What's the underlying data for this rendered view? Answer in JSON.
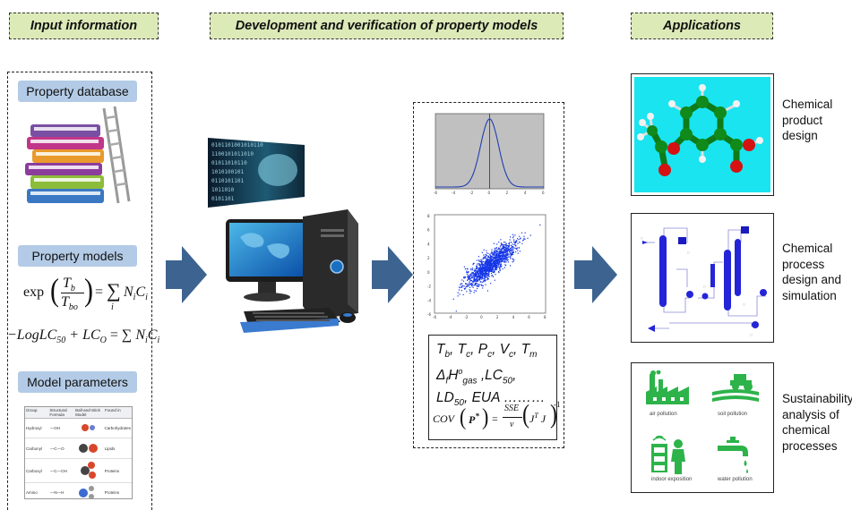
{
  "headers": {
    "input": "Input information",
    "development": "Development  and verification of property models",
    "applications": "Applications"
  },
  "input_panel": {
    "property_database": "Property database",
    "property_models": "Property models",
    "model_parameters": "Model parameters",
    "equation1": {
      "lhs": "exp",
      "num": "T",
      "num_sub": "b",
      "den": "T",
      "den_sub": "bo",
      "rhs": "= ∑ N",
      "rhs_sub": "i",
      "rhs2": "C",
      "rhs2_sub": "i",
      "sum_index": "i"
    },
    "equation2": {
      "text1": "−LogLC",
      "sub1": "50",
      "text2": " + LC",
      "sub2": "O",
      "text3": " = ∑ N",
      "sub3": "i",
      "text4": "C",
      "sub4": "i",
      "sum_index": "i"
    },
    "table": {
      "headers": [
        "Group",
        "Structural Formula",
        "Ball-and-Stick Model",
        "Found in"
      ],
      "rows": [
        {
          "group": "Hydroxyl",
          "formula": "—OH",
          "found": "Carbohydrates"
        },
        {
          "group": "Carbonyl",
          "formula": "—C—O",
          "found": "Lipids"
        },
        {
          "group": "Carboxyl",
          "formula": "—C—OH",
          "found": "Proteins"
        },
        {
          "group": "Amino",
          "formula": "—N—H",
          "found": "Proteins"
        }
      ]
    }
  },
  "models_panel": {
    "properties_line1": "T_b, T_c, P_c, V_c, T_m",
    "properties_line2": "Δ_f H°_gas ,LC_50,",
    "properties_line3": "LD_50, EUA ………",
    "cov_label": "COV",
    "cov_p": "P",
    "cov_eq": "=",
    "cov_num": "SSE",
    "cov_den": "v",
    "cov_j": "J",
    "cov_jt": "T",
    "cov_j2": "J",
    "cov_exp": "-1",
    "bell_ticks": [
      "-6",
      "-4",
      "-2",
      "0",
      "2",
      "4",
      "6"
    ],
    "scatter_xticks": [
      "-6",
      "-4",
      "-2",
      "0",
      "2",
      "4",
      "6",
      "8"
    ],
    "scatter_yticks": [
      "8",
      "6",
      "4",
      "2",
      "0",
      "-2",
      "-4",
      "-6"
    ]
  },
  "applications": [
    {
      "line1": "Chemical",
      "line2": "product",
      "line3": "design"
    },
    {
      "line1": "Chemical",
      "line2": "process",
      "line3": "design and",
      "line4": "simulation"
    },
    {
      "line1": "Sustainability",
      "line2": "analysis of",
      "line3": "chemical",
      "line4": "processes"
    }
  ],
  "pollution": {
    "air": "air pollution",
    "soil": "soil pollution",
    "indoor": "indoor exposition",
    "water": "water pollution"
  },
  "colors": {
    "header_bg": "#dceab8",
    "pill_bg": "#b3cbe6",
    "arrow": "#3d6490",
    "pollution_green": "#2db34a",
    "molecule_bg": "#19e4f0"
  }
}
